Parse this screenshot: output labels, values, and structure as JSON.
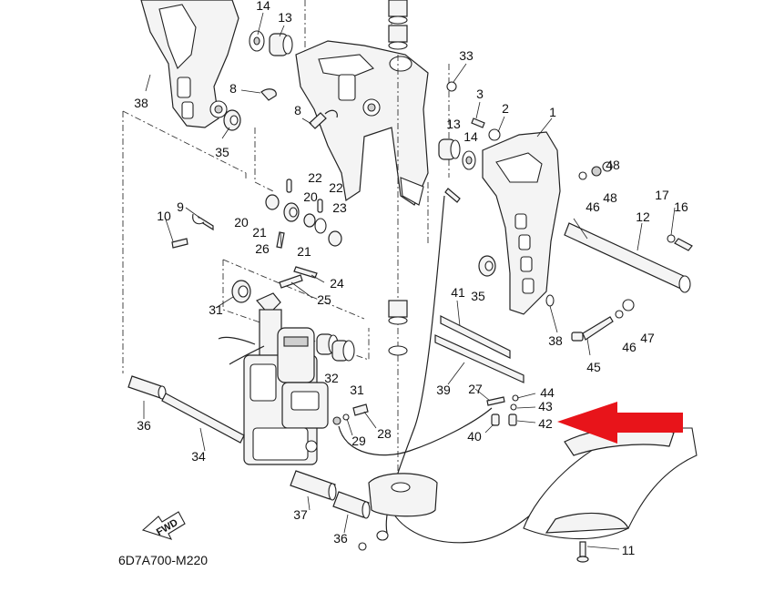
{
  "diagram": {
    "code": "6D7A700-M220",
    "fwd_label": "FWD",
    "highlight_color": "#e8141a",
    "callouts": [
      "14",
      "13",
      "38",
      "8",
      "35",
      "33",
      "3",
      "2",
      "1",
      "8",
      "13",
      "14",
      "22",
      "9",
      "22",
      "10",
      "20",
      "23",
      "20",
      "21",
      "26",
      "21",
      "24",
      "25",
      "31",
      "41",
      "35",
      "48",
      "48",
      "46",
      "17",
      "16",
      "12",
      "38",
      "46",
      "47",
      "45",
      "36",
      "34",
      "32",
      "31",
      "39",
      "27",
      "44",
      "43",
      "42",
      "40",
      "29",
      "28",
      "37",
      "36",
      "11"
    ]
  }
}
